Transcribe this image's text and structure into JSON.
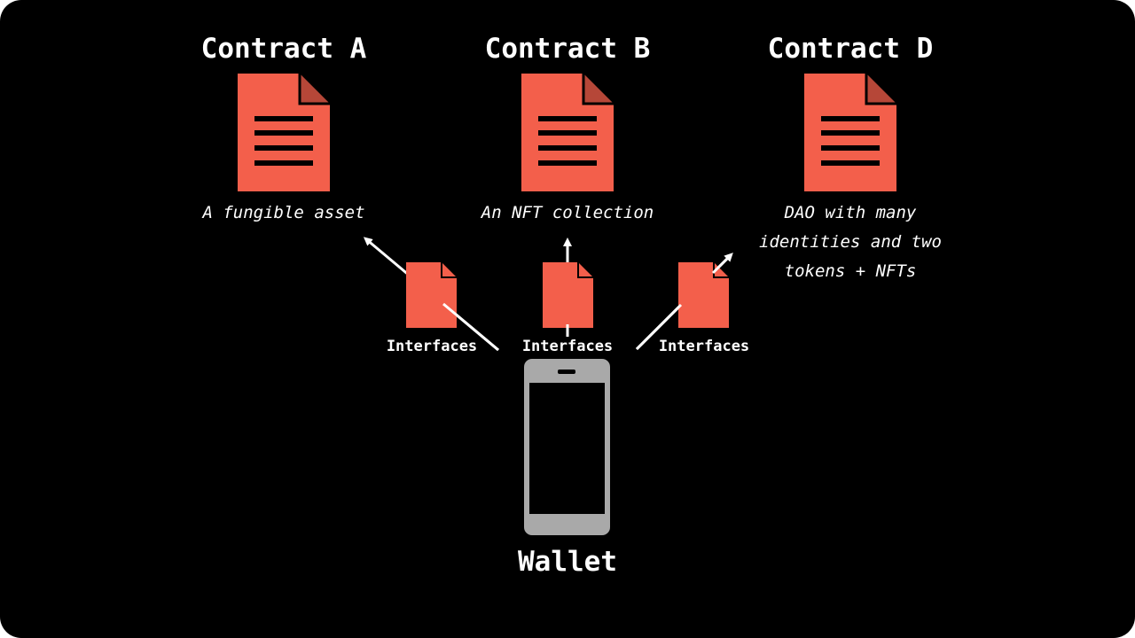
{
  "colors": {
    "background": "#000000",
    "document": "#f35f4b",
    "document_lines": "#000000",
    "phone": "#a9a9a9",
    "text": "#ffffff"
  },
  "contracts": [
    {
      "title": "Contract A",
      "description": [
        "A fungible asset"
      ],
      "icon": "document-icon"
    },
    {
      "title": "Contract B",
      "description": [
        "An NFT collection"
      ],
      "icon": "document-icon"
    },
    {
      "title": "Contract D",
      "description": [
        "DAO with many",
        "identities and two",
        "tokens + NFTs"
      ],
      "icon": "document-icon"
    }
  ],
  "interfaces": [
    {
      "label": "Interfaces",
      "icon": "document-icon"
    },
    {
      "label": "Interfaces",
      "icon": "document-icon"
    },
    {
      "label": "Interfaces",
      "icon": "document-icon"
    }
  ],
  "wallet": {
    "label": "Wallet",
    "icon": "smartphone-icon"
  }
}
